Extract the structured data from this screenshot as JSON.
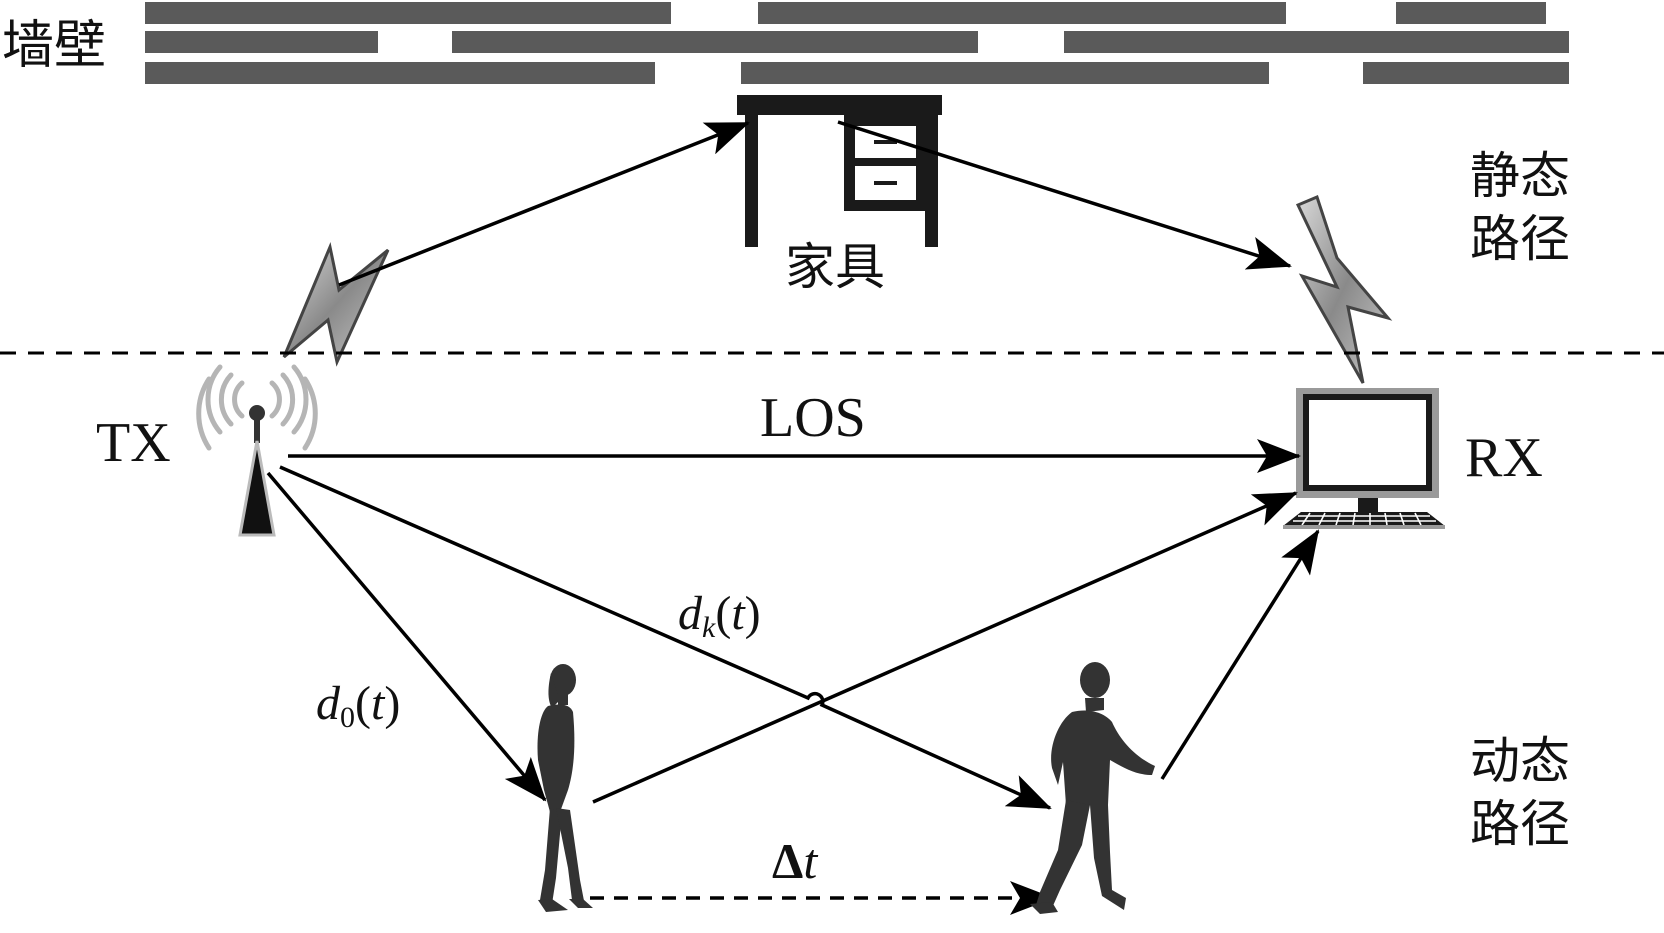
{
  "labels": {
    "wall": "墙壁",
    "furniture": "家具",
    "static_path_line1": "静态",
    "static_path_line2": "路径",
    "dynamic_path_line1": "动态",
    "dynamic_path_line2": "路径",
    "tx": "TX",
    "rx": "RX",
    "los": "LOS",
    "dk_sym": "d",
    "dk_sub": "k",
    "dk_paren_open": "(",
    "dk_var": "t",
    "dk_paren_close": ")",
    "d0_sym": "d",
    "d0_sub": "0",
    "d0_paren_open": "(",
    "d0_var": "t",
    "d0_paren_close": ")",
    "delta_sym": "Δ",
    "delta_var": "t"
  },
  "colors": {
    "wall_bar": "#5a5a5a",
    "line": "#000000",
    "silhouette": "#333333",
    "monitor_screen": "#ffffff",
    "bolt_fill": "#9a9a9a",
    "signal_rings": "#b5b5b5"
  },
  "icons": [
    "wall-bricks",
    "desk-icon",
    "lightning-bolt-icon",
    "antenna-tower-icon",
    "computer-icon",
    "person-silhouette-icon"
  ]
}
